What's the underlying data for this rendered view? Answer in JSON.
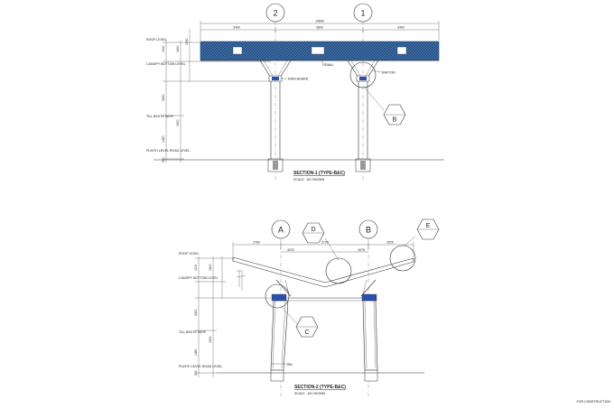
{
  "section1": {
    "grid_bubbles": [
      "2",
      "1"
    ],
    "overall_dim": "14800",
    "bay_dims": [
      "3400",
      "5600",
      "3400"
    ],
    "level_labels": [
      "ROOF LEVEL",
      "CANOPY BOTTOM LEVEL",
      "TILL BEKTE WKIP",
      "PLINTH LEVEL ROAD LEVEL"
    ],
    "left_dims": [
      "1300",
      "1600",
      "1550",
      "3400",
      "1900",
      "1450",
      "300"
    ],
    "callouts": {
      "rain_board": "RAIN BOARD",
      "gemal": "GEMAL",
      "raftor": "RAFTOR"
    },
    "detail_bubble": "B",
    "title": "SECTION-1 (TYPE-B&C)",
    "scale": "SCALE : AS SHOWN"
  },
  "section2": {
    "grid_bubbles": [
      "A",
      "B"
    ],
    "detail_bubbles": [
      "D",
      "E",
      "C"
    ],
    "overall_dims": [
      "2780",
      "5725",
      "2525"
    ],
    "sub_dims": [
      "4075",
      "4075"
    ],
    "level_labels": [
      "ROOF LEVEL",
      "CANOPY BOTTOM LEVEL",
      "TILL BEKTE WKIP",
      "PLINTH LEVEL ROAD LEVEL"
    ],
    "left_dims": [
      "1100",
      "1600",
      "3400",
      "1900",
      "1450",
      "300"
    ],
    "base_dim": "250",
    "title": "SECTION-2 (TYPE-B&C)",
    "scale": "SCALE : AS SHOWN"
  },
  "footer": {
    "stamp": "FOR CONSTRUCTION"
  }
}
